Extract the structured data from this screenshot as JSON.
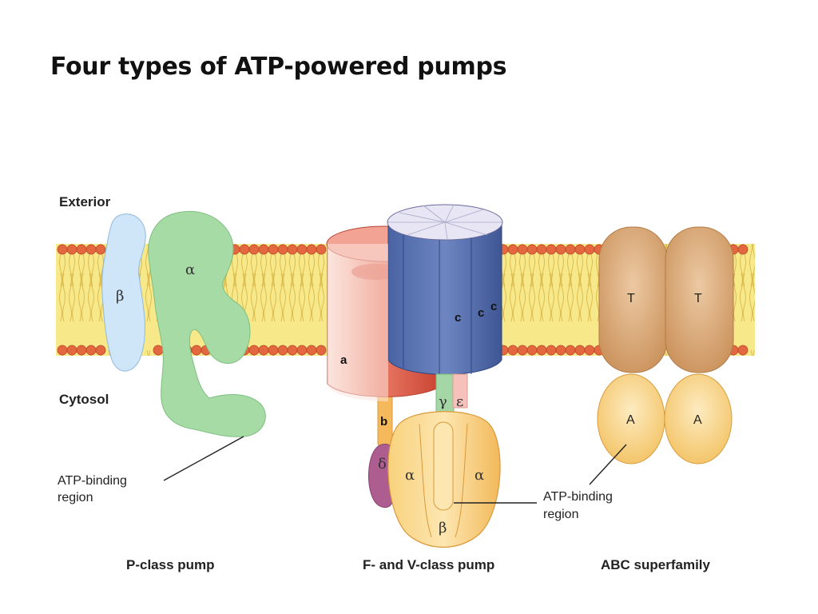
{
  "title": "Four types of ATP-powered pumps",
  "labels": {
    "exterior": "Exterior",
    "cytosol": "Cytosol"
  },
  "p_class": {
    "caption": "P-class pump",
    "alpha": "α",
    "beta": "β",
    "atp_line1": "ATP-binding",
    "atp_line2": "region"
  },
  "fv_class": {
    "caption": "F- and V-class pump",
    "a": "a",
    "b": "b",
    "c1": "c",
    "c2": "c",
    "c3": "c",
    "gamma": "γ",
    "epsilon": "ε",
    "delta": "δ",
    "alpha_left": "α",
    "alpha_right": "α",
    "beta": "β",
    "atp_line1": "ATP-binding",
    "atp_line2": "region"
  },
  "abc": {
    "caption": "ABC superfamily",
    "t1": "T",
    "t2": "T",
    "a1": "A",
    "a2": "A"
  },
  "colors": {
    "membrane_core": "#f7e88a",
    "lipid_head": "#e0623a",
    "p_beta": "#cde4f8",
    "p_alpha": "#9fd6a0",
    "f_red": "#e4675a",
    "v_blue": "#5b77b4",
    "f1_orange": "#f7c76a",
    "delta_purple": "#a85a8c",
    "abc_t": "#d9ad80",
    "abc_a": "#f8d58c"
  }
}
